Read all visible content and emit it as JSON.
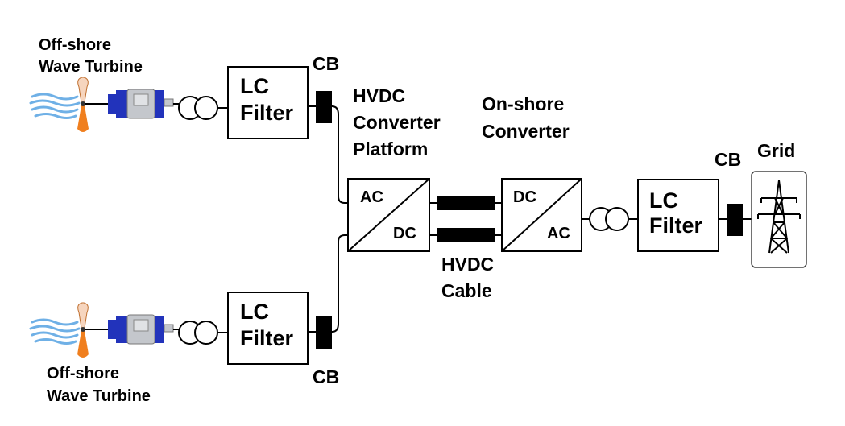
{
  "turbine_top": {
    "label_line1": "Off-shore",
    "label_line2": "Wave Turbine"
  },
  "turbine_bottom": {
    "label_line1": "Off-shore",
    "label_line2": "Wave Turbine"
  },
  "filter_top": {
    "line1": "LC",
    "line2": "Filter"
  },
  "filter_bottom": {
    "line1": "LC",
    "line2": "Filter"
  },
  "filter_right": {
    "line1": "LC",
    "line2": "Filter"
  },
  "cb_top": "CB",
  "cb_bottom": "CB",
  "cb_right": "CB",
  "platform": {
    "line1": "HVDC",
    "line2": "Converter",
    "line3": "Platform"
  },
  "rectifier": {
    "ac": "AC",
    "dc": "DC"
  },
  "onshore": {
    "line1": "On-shore",
    "line2": "Converter"
  },
  "inverter": {
    "dc": "DC",
    "ac": "AC"
  },
  "cable": {
    "line1": "HVDC",
    "line2": "Cable"
  },
  "grid": "Grid",
  "colors": {
    "wave": "#6fb0e6",
    "blade": "#f07f1e",
    "motor_blue": "#2233bb",
    "motor_gray": "#b9bcc2",
    "line": "#000000"
  },
  "icons": [
    "wave-icon",
    "turbine-blade-icon",
    "generator-icon",
    "transformer-icon",
    "circuit-breaker-icon",
    "power-tower-icon"
  ]
}
